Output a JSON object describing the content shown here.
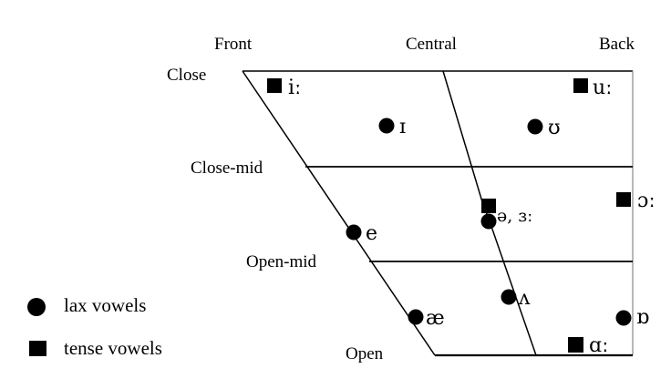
{
  "title": "English vowel chart (IPA vowel trapezoid)",
  "column_labels": {
    "front": "Front",
    "central": "Central",
    "back": "Back"
  },
  "row_labels": {
    "close": "Close",
    "close_mid": "Close-mid",
    "open_mid": "Open-mid",
    "open": "Open"
  },
  "vowels": [
    {
      "symbol": "iː",
      "type": "tense",
      "description": "close front"
    },
    {
      "symbol": "ɪ",
      "type": "lax",
      "description": "near-close near-front"
    },
    {
      "symbol": "ʊ",
      "type": "lax",
      "description": "near-close near-back"
    },
    {
      "symbol": "uː",
      "type": "tense",
      "description": "close back"
    },
    {
      "symbol": "e",
      "type": "lax",
      "description": "front mid"
    },
    {
      "symbol": "ə, ɜː",
      "type": "tense+lax",
      "description": "central mid"
    },
    {
      "symbol": "ɔː",
      "type": "tense",
      "description": "back mid"
    },
    {
      "symbol": "æ",
      "type": "lax",
      "description": "near-open front"
    },
    {
      "symbol": "ʌ",
      "type": "lax",
      "description": "open-mid central/back"
    },
    {
      "symbol": "ɒ",
      "type": "lax",
      "description": "open back rounded"
    },
    {
      "symbol": "ɑː",
      "type": "tense",
      "description": "open back"
    }
  ],
  "legend": {
    "lax": "lax vowels",
    "tense": "tense vowels"
  },
  "colors": {
    "ink": "#000000",
    "right_edge": "#808080",
    "background": "#ffffff"
  }
}
